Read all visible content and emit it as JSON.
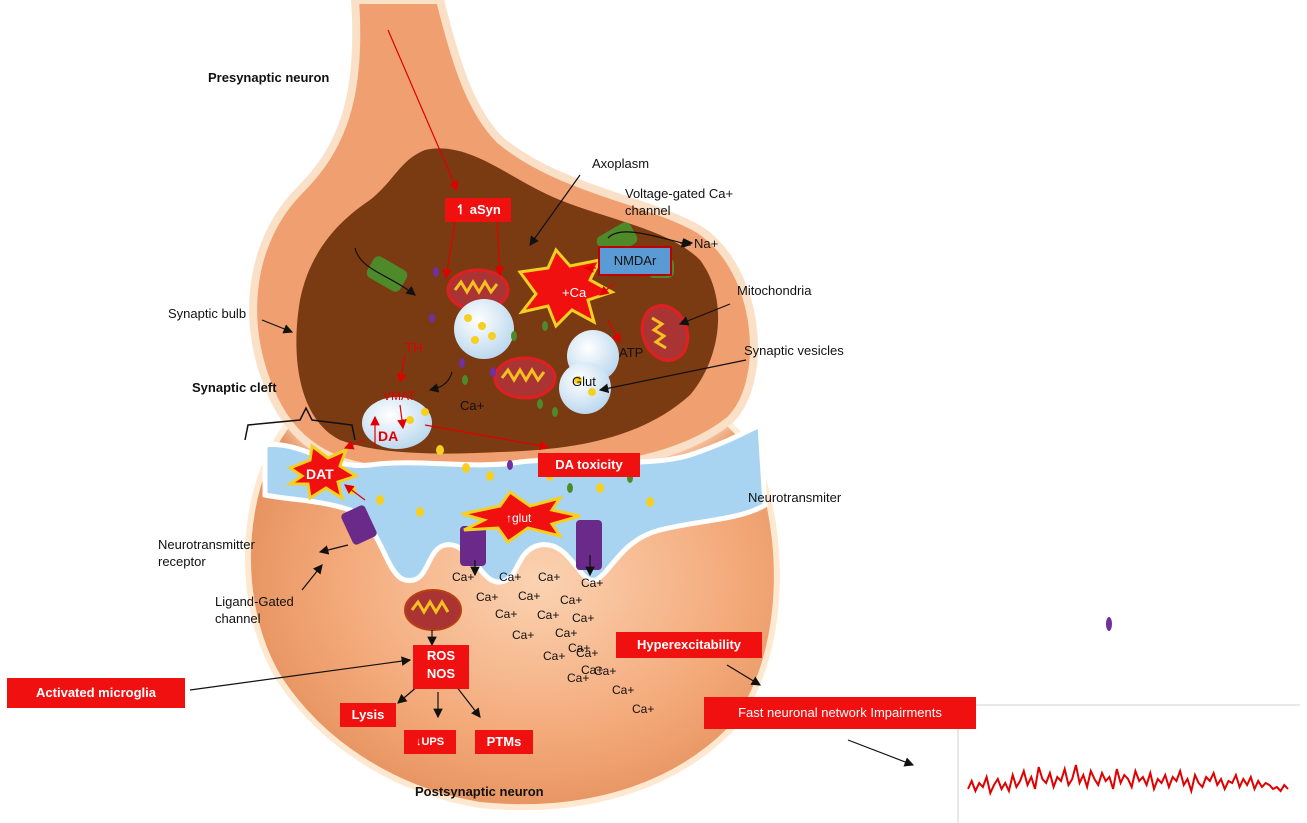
{
  "colors": {
    "cell_body": "#f0a070",
    "axoplasm": "#7a3a12",
    "cleft": "#a8d4f2",
    "alert_red": "#f01010",
    "channel_green": "#4f8a2a",
    "receptor_purple": "#6a2a8a",
    "trace_red": "#e00000"
  },
  "labels": {
    "presynaptic": "Presynaptic neuron",
    "axoplasm": "Axoplasm",
    "vgcc": "Voltage-gated Ca+",
    "vgcc2": "channel",
    "na": "Na+",
    "nmdar": "NMDAr",
    "mitochondria": "Mitochondria",
    "synaptic_bulb": "Synaptic bulb",
    "synaptic_vesicles": "Synaptic vesicles",
    "synaptic_cleft": "Synaptic cleft",
    "atp": "ATP",
    "glut": "Glut",
    "ca": "Ca+",
    "th": "TH",
    "vmat": "VMAT",
    "da": "DA",
    "neurotransmiter": "Neurotransmiter",
    "nt_receptor": "Neurotransmitter",
    "nt_receptor2": "receptor",
    "ligand_gated": "Ligand-Gated",
    "ligand_gated2": "channel",
    "postsynaptic": "Postsynaptic neuron",
    "plus_ca": "+Ca",
    "up_glut": "↑glut",
    "dat": "DAT"
  },
  "boxes": {
    "asyn": "↿ aSyn",
    "da_toxicity": "DA toxicity",
    "ros": "ROS",
    "nos": "NOS",
    "activated_microglia": "Activated  microglia",
    "lysis": "Lysis",
    "ups": "↓UPS",
    "ptms": "PTMs",
    "hyperexcitability": "Hyperexcitability",
    "fast_network": "Fast neuronal network  Impairments"
  },
  "ca_ions": [
    "Ca+",
    "Ca+",
    "Ca+",
    "Ca+",
    "Ca+",
    "Ca+",
    "Ca+",
    "Ca+",
    "Ca+",
    "Ca+",
    "Ca+",
    "Ca+",
    "Ca+",
    "Ca+",
    "Ca+",
    "Ca+",
    "Ca+",
    "Ca+",
    "Ca+",
    "Ca+"
  ],
  "chart_data": {
    "type": "line",
    "series": [
      {
        "values": [
          3,
          7,
          2,
          6,
          4,
          9,
          1,
          5,
          8,
          3,
          6,
          2,
          10,
          4,
          7,
          12,
          5,
          9,
          3,
          14,
          8,
          6,
          11,
          4,
          9,
          7,
          13,
          5,
          8,
          15,
          6,
          10,
          4,
          12,
          8,
          5,
          11,
          7,
          9,
          3,
          13,
          6,
          10,
          8,
          4,
          12,
          7,
          9,
          5,
          11,
          3,
          8,
          6,
          10,
          4,
          9,
          7,
          12,
          5,
          8,
          2,
          10,
          6,
          4,
          9,
          7,
          11,
          5,
          8,
          3,
          7,
          6,
          10,
          4,
          8,
          5,
          9,
          3,
          7,
          4,
          6,
          5,
          3,
          4,
          2,
          5,
          3
        ]
      }
    ],
    "ylim": [
      0,
      20
    ],
    "grid": false
  }
}
